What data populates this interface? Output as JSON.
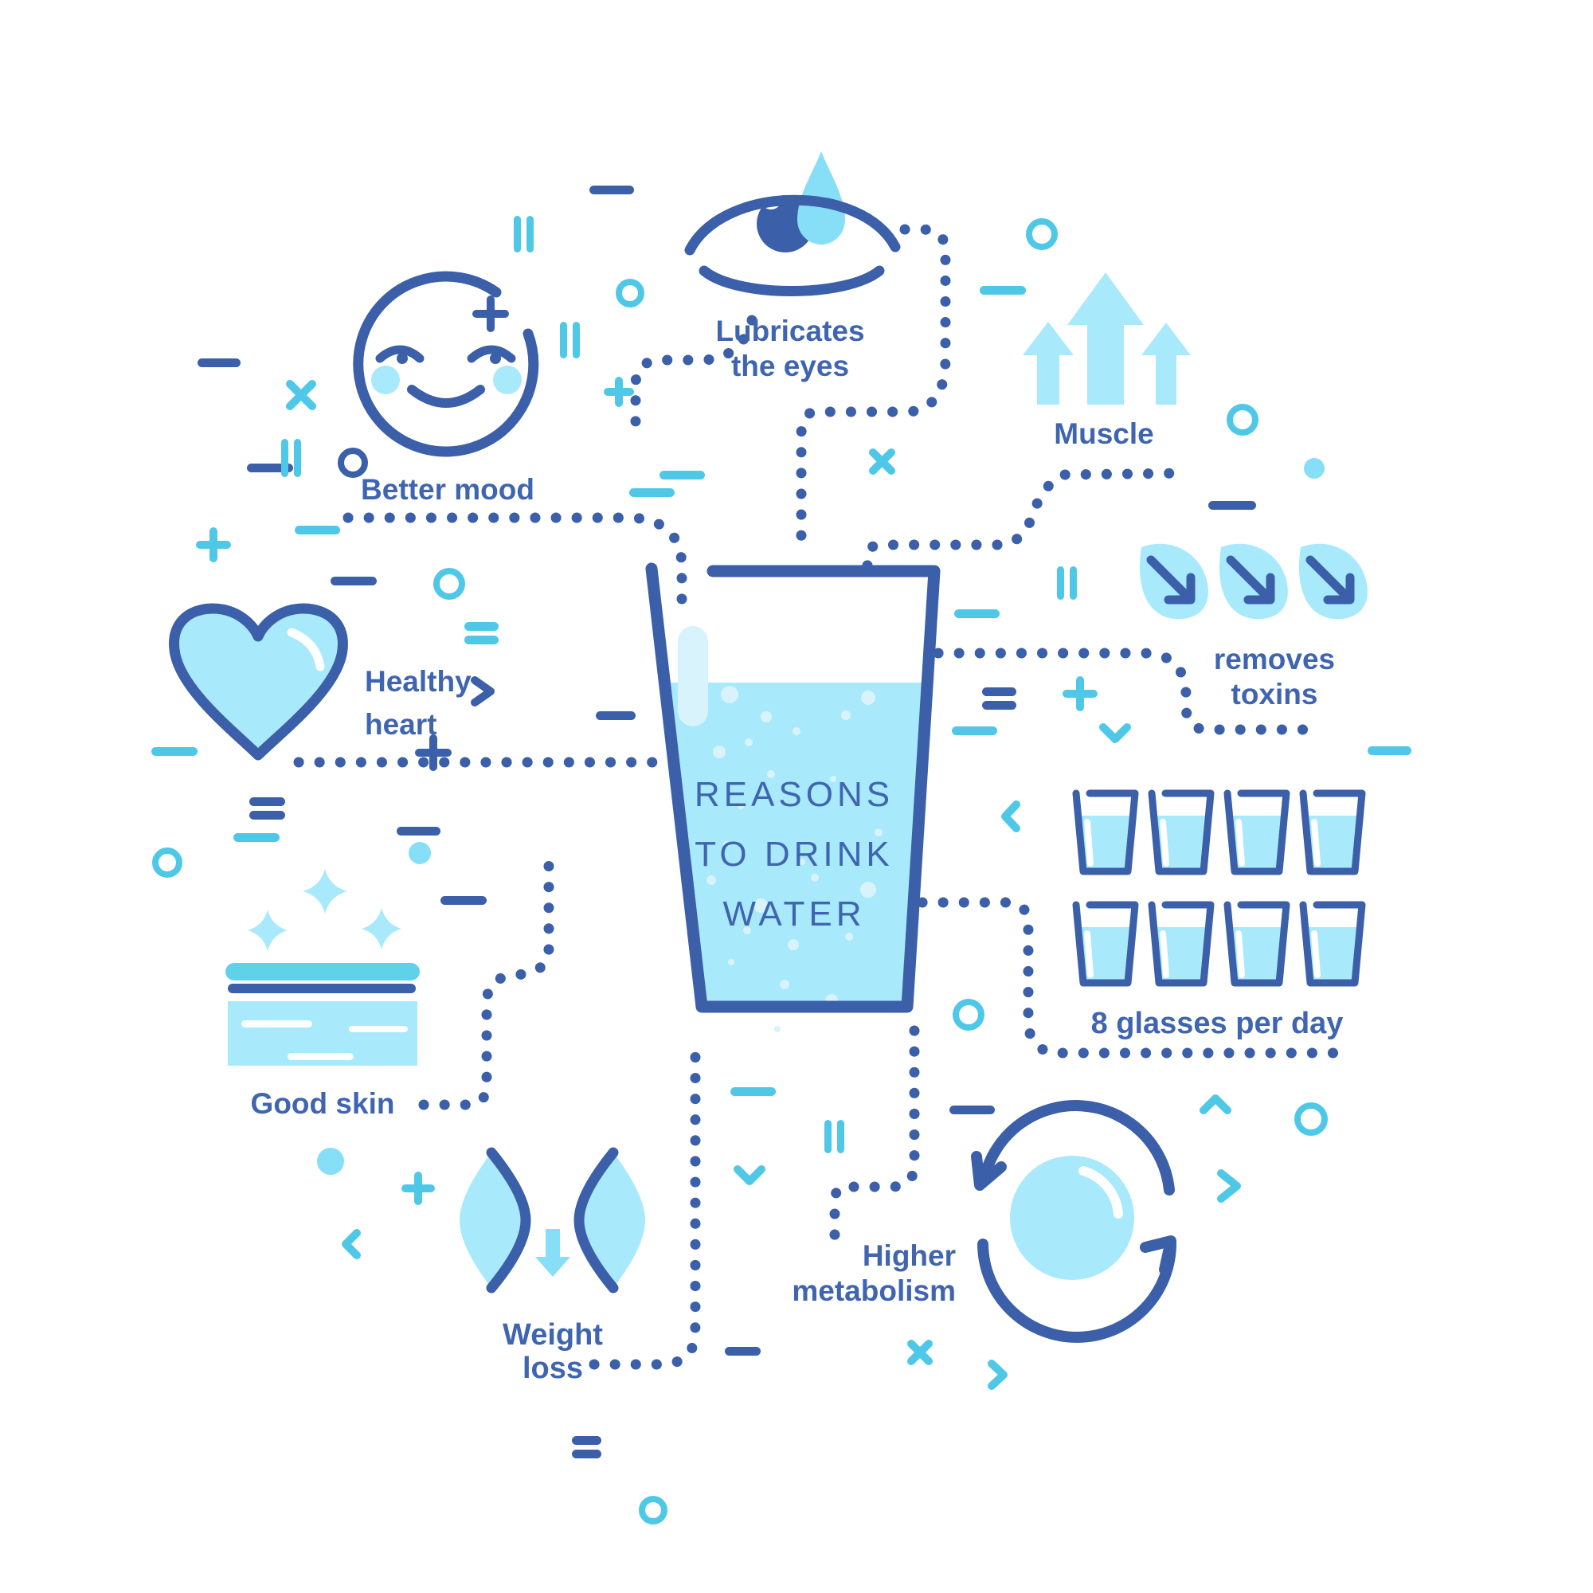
{
  "colors": {
    "dark": "#3b5fa8",
    "darktext": "#3f65b0",
    "cyan": "#4fc8e8",
    "light": "#a8e9fb",
    "mid": "#86dff6",
    "pale": "#d9f3fd",
    "teal": "#5fd2ea"
  },
  "title": {
    "lines": [
      "REASONS",
      "TO DRINK",
      "WATER"
    ]
  },
  "labels": {
    "eyes": {
      "lines": [
        "Lubricates",
        "the eyes"
      ]
    },
    "mood": {
      "text": "Better mood"
    },
    "heart": {
      "lines": [
        "Healthy",
        "heart"
      ]
    },
    "muscle": {
      "text": "Muscle"
    },
    "toxins": {
      "lines": [
        "removes",
        "toxins"
      ]
    },
    "glasses": {
      "text": "8 glasses per day"
    },
    "metabolism": {
      "lines": [
        "Higher",
        "metabolism"
      ]
    },
    "skin": {
      "text": "Good skin"
    },
    "weight": {
      "lines": [
        "Weight",
        "loss"
      ]
    }
  }
}
